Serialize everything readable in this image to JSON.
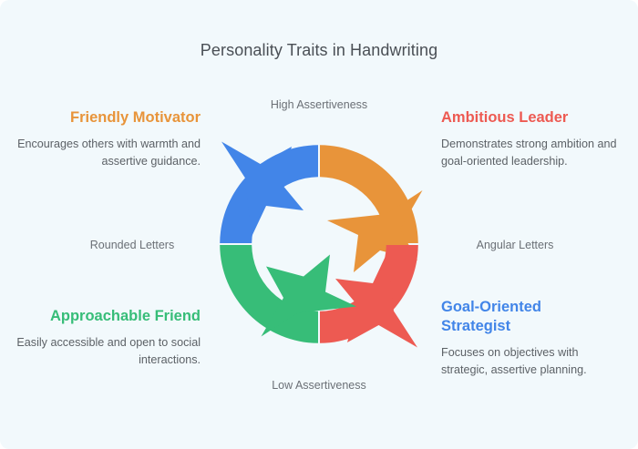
{
  "page": {
    "title": "Personality Traits in Handwriting",
    "background_color": "#f2f9fc"
  },
  "axes": {
    "top_label": "High Assertiveness",
    "bottom_label": "Low Assertiveness",
    "left_label": "Rounded Letters",
    "right_label": "Angular Letters"
  },
  "quadrants": [
    {
      "id": "friendly-motivator",
      "heading": "Friendly Motivator",
      "description": "Encourages others with warmth and assertive guidance.",
      "color": "#e8943a",
      "position": "top-left"
    },
    {
      "id": "ambitious-leader",
      "heading": "Ambitious Leader",
      "description": "Demonstrates strong ambition and goal-oriented leadership.",
      "color": "#ed5a52",
      "position": "top-right"
    },
    {
      "id": "approachable-friend",
      "heading": "Approachable Friend",
      "description": "Easily accessible and open to social interactions.",
      "color": "#37bd78",
      "position": "bottom-left"
    },
    {
      "id": "goal-oriented-strategist",
      "heading": "Goal-Oriented Strategist",
      "description": "Focuses on objectives with strategic, assertive planning.",
      "color": "#4285e8",
      "position": "bottom-right"
    }
  ],
  "ring": {
    "segments": [
      {
        "name": "top-left-segment",
        "color": "#4285e8"
      },
      {
        "name": "top-right-segment",
        "color": "#e8943a"
      },
      {
        "name": "bottom-right-segment",
        "color": "#ed5a52"
      },
      {
        "name": "bottom-left-segment",
        "color": "#37bd78"
      }
    ]
  },
  "chart_data": {
    "type": "quadrant-cycle-diagram",
    "title": "Personality Traits in Handwriting",
    "xlabel": "Rounded Letters ↔ Angular Letters",
    "ylabel": "Low Assertiveness ↔ High Assertiveness",
    "x_axis_ticks": [
      "Rounded Letters",
      "Angular Letters"
    ],
    "y_axis_ticks": [
      "Low Assertiveness",
      "High Assertiveness"
    ],
    "categories": [
      "Friendly Motivator",
      "Ambitious Leader",
      "Goal-Oriented Strategist",
      "Approachable Friend"
    ],
    "series": [
      {
        "name": "quadrants",
        "points": [
          {
            "label": "Friendly Motivator",
            "x": "Rounded Letters",
            "y": "High Assertiveness",
            "color": "#e8943a",
            "ring_color": "#4285e8"
          },
          {
            "label": "Ambitious Leader",
            "x": "Angular Letters",
            "y": "High Assertiveness",
            "color": "#ed5a52",
            "ring_color": "#e8943a"
          },
          {
            "label": "Goal-Oriented Strategist",
            "x": "Angular Letters",
            "y": "Low Assertiveness",
            "color": "#4285e8",
            "ring_color": "#ed5a52"
          },
          {
            "label": "Approachable Friend",
            "x": "Rounded Letters",
            "y": "Low Assertiveness",
            "color": "#37bd78",
            "ring_color": "#37bd78"
          }
        ]
      }
    ],
    "legend_position": "none",
    "grid": false
  }
}
